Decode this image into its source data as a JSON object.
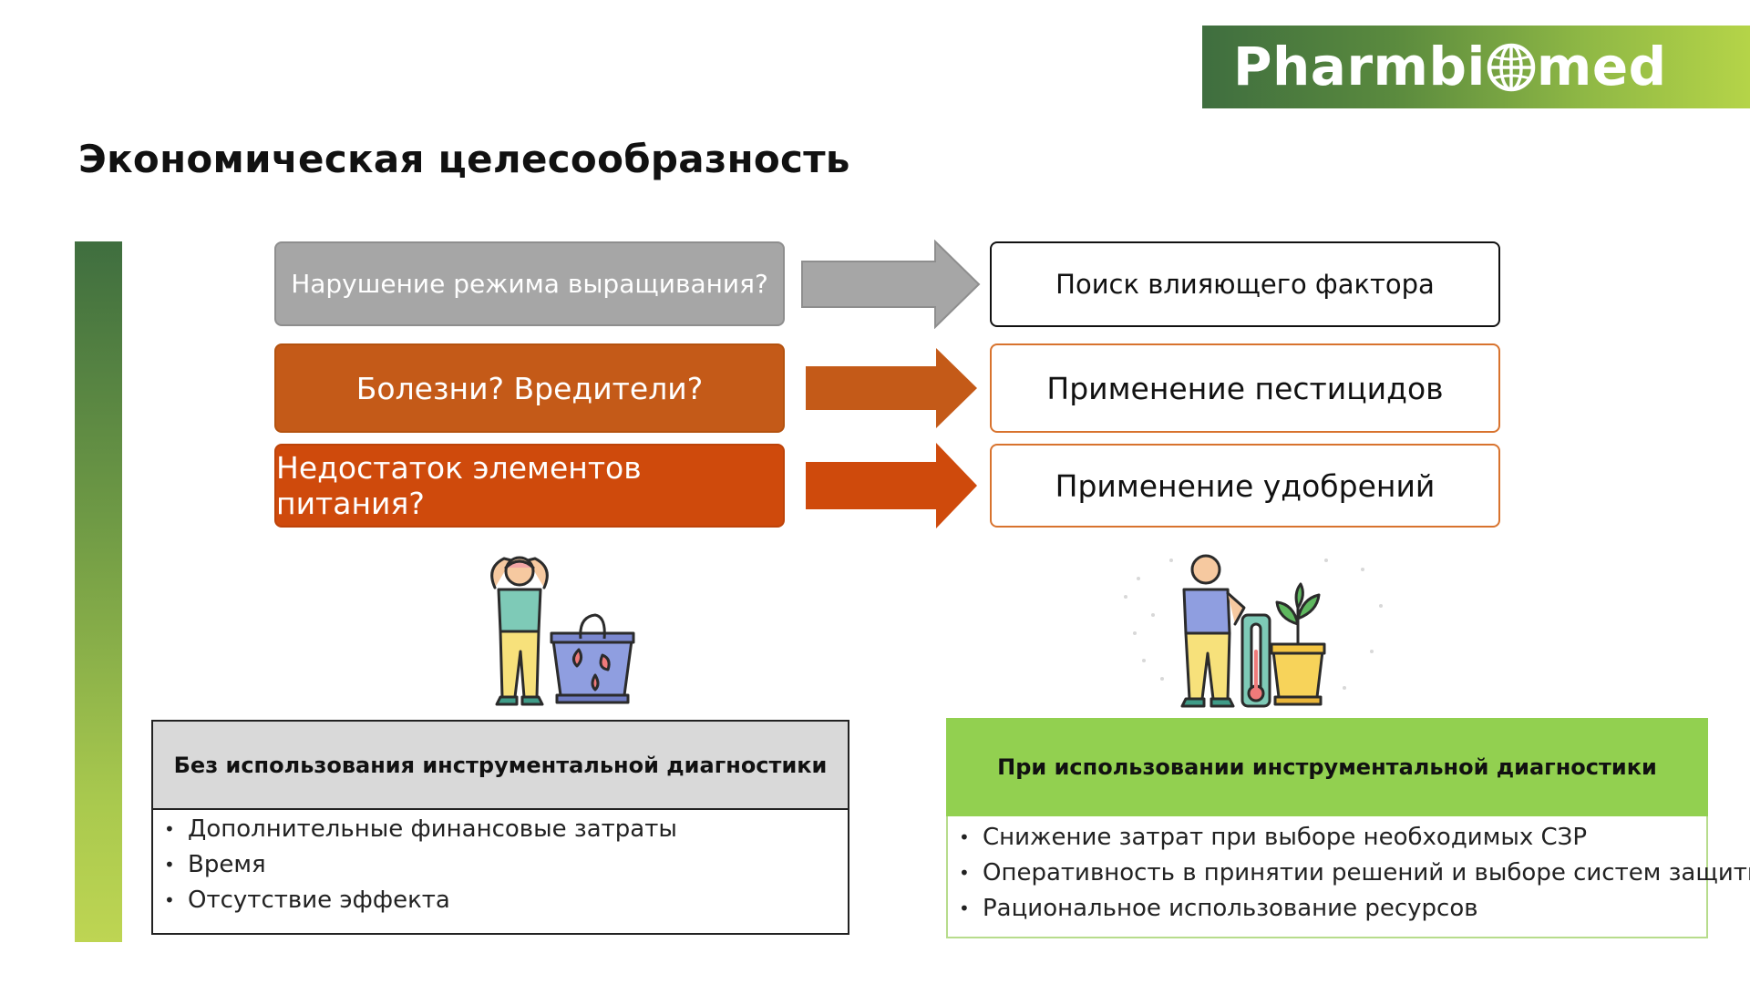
{
  "logo": {
    "text_before": "Pharmbi",
    "text_after": "med",
    "icon": "globe-icon"
  },
  "title": "Экономическая целесообразность",
  "problems": [
    {
      "label": "Нарушение режима выращивания?",
      "color": "#a6a6a6"
    },
    {
      "label": "Болезни? Вредители?",
      "color": "#c45a18"
    },
    {
      "label": "Недостаток элементов питания?",
      "color": "#cf4a0c"
    }
  ],
  "solutions": [
    {
      "label": "Поиск влияющего фактора"
    },
    {
      "label": "Применение пестицидов"
    },
    {
      "label": "Применение удобрений"
    }
  ],
  "panel_left": {
    "header": "Без использования инструментальной диагностики",
    "items": [
      "Дополнительные финансовые затраты",
      "Время",
      "Отсутствие эффекта"
    ]
  },
  "panel_right": {
    "header": "При использовании инструментальной диагностики",
    "items": [
      "Снижение затрат при выборе необходимых СЗР",
      "Оперативность в принятии решений и выборе систем защиты",
      "Рациональное использование ресурсов"
    ]
  },
  "colors": {
    "accent_green": "#92d050",
    "dark_green": "#3f6e3f",
    "orange": "#c45a18",
    "red_orange": "#cf4a0c",
    "gray": "#a6a6a6"
  },
  "illustrations": [
    "worried-farmer-wilted-plant-icon",
    "farmer-thermometer-healthy-plant-icon"
  ]
}
